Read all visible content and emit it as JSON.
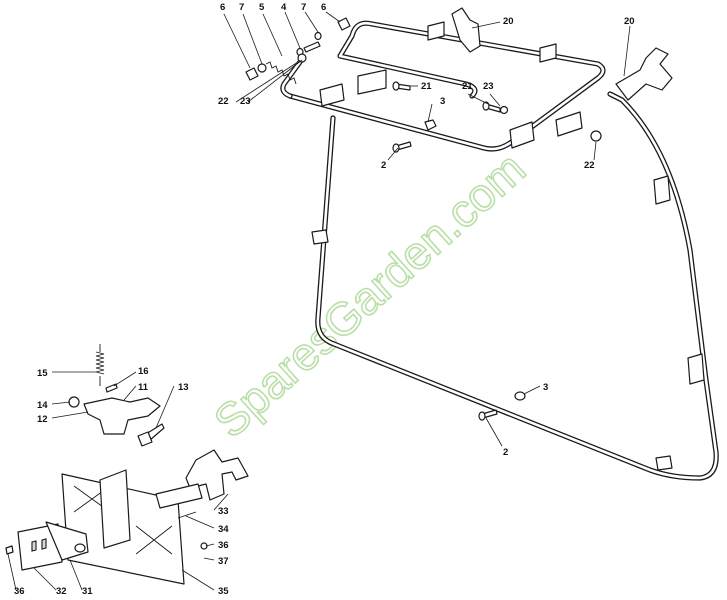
{
  "watermark": "SparesGarden.com",
  "callouts": {
    "c6a": "6",
    "c7a": "7",
    "c5": "5",
    "c4": "4",
    "c7b": "7",
    "c6b": "6",
    "c20a": "20",
    "c20b": "20",
    "c22a": "22",
    "c23a": "23",
    "c21a": "21",
    "c21b": "21",
    "c23b": "23",
    "c3a": "3",
    "c2a": "2",
    "c22b": "22",
    "c3b": "3",
    "c2b": "2",
    "c15": "15",
    "c16": "16",
    "c11": "11",
    "c13": "13",
    "c14": "14",
    "c12": "12",
    "c33": "33",
    "c34": "34",
    "c36a": "36",
    "c37": "37",
    "c35": "35",
    "c36b": "36",
    "c32": "32",
    "c31": "31"
  }
}
